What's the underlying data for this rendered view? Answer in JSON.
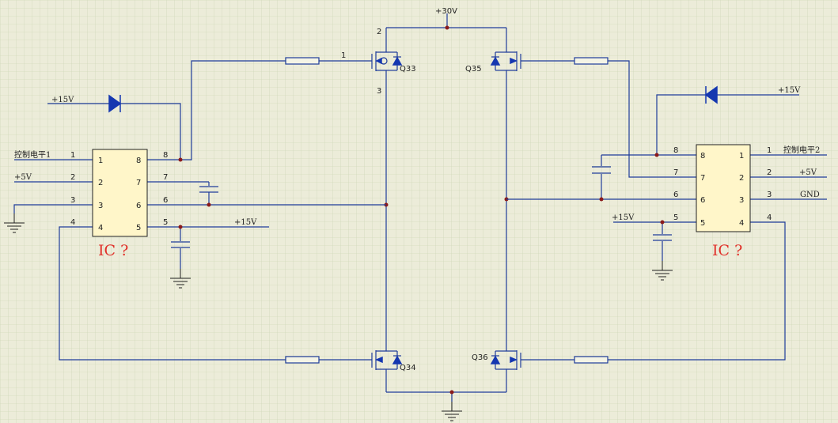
{
  "power": {
    "v30": "+30V",
    "v15": "+15V",
    "v5": "+5V",
    "gnd": "GND"
  },
  "control": {
    "left": "控制电平1",
    "right": "控制电平2"
  },
  "ic_label": "IC ?",
  "transistors": {
    "q33": "Q33",
    "q34": "Q34",
    "q35": "Q35",
    "q36": "Q36"
  },
  "pin_numbers": {
    "one": "1",
    "two": "2",
    "three": "3",
    "four": "4",
    "five": "5",
    "six": "6",
    "seven": "7",
    "eight": "8"
  },
  "colors": {
    "wire": "#1f3c9a",
    "component": "#1537b0",
    "ic_fill": "#fff6c9",
    "ic_text": "#e0312a",
    "grid": "#c8d2b0"
  }
}
